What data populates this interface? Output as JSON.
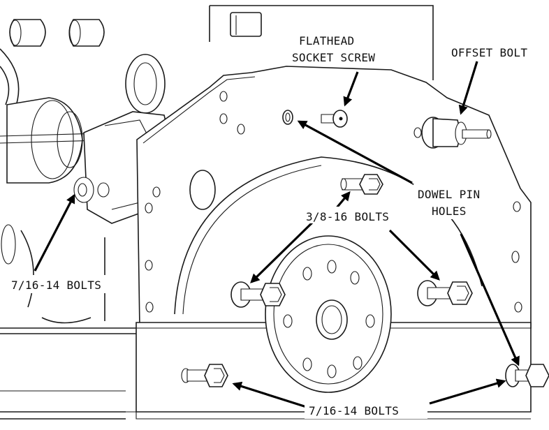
{
  "labels": {
    "flathead_socket_screw": [
      "FLATHEAD",
      "SOCKET SCREW"
    ],
    "offset_bolt": "OFFSET BOLT",
    "dowel_pin_holes": [
      "DOWEL PIN",
      "HOLES"
    ],
    "bolts_3_8_16": "3/8-16 BOLTS",
    "bolts_7_16_14_left": "7/16-14 BOLTS",
    "bolts_7_16_14_bottom": "7/16-14 BOLTS"
  },
  "colors": {
    "line": "#1a1a1a",
    "arrow": "#000000",
    "background": "#ffffff"
  }
}
